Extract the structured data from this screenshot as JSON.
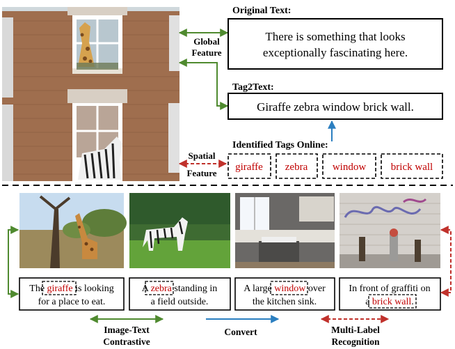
{
  "top": {
    "original_text_label": "Original Text:",
    "original_text": [
      "There is something that looks",
      "exceptionally fascinating here."
    ],
    "global_feature_label": [
      "Global",
      "Feature"
    ],
    "tag2text_label": "Tag2Text:",
    "tag2text_output": "Giraffe zebra window brick wall.",
    "identified_tags_label": "Identified Tags Online:",
    "spatial_feature_label": [
      "Spatial",
      "Feature"
    ],
    "tags": [
      "giraffe",
      "zebra",
      "window",
      "brick wall"
    ]
  },
  "bottom": {
    "captions": [
      {
        "before": "The ",
        "tag": "giraffe",
        "after": " is looking",
        "line2": "for a place to eat."
      },
      {
        "before": "A ",
        "tag": "zebra",
        "after": " standing in",
        "line2": "a field outside."
      },
      {
        "before": "A large ",
        "tag": "window",
        "after": " over",
        "line2": "the kitchen sink."
      },
      {
        "line1": "In front of graffiti on",
        "before": "a ",
        "tag": "brick wall",
        "after": "."
      }
    ],
    "legend": [
      {
        "label": [
          "Image-Text",
          "Contrastive"
        ],
        "color": "#4f8a2f"
      },
      {
        "label": [
          "Convert"
        ],
        "color": "#2b7fc0"
      },
      {
        "label": [
          "Multi-Label",
          "Recognition"
        ],
        "color": "#c0312b"
      }
    ]
  },
  "colors": {
    "green": "#4f8a2f",
    "blue": "#2b7fc0",
    "red": "#c0312b",
    "tag_text": "#c00000"
  }
}
